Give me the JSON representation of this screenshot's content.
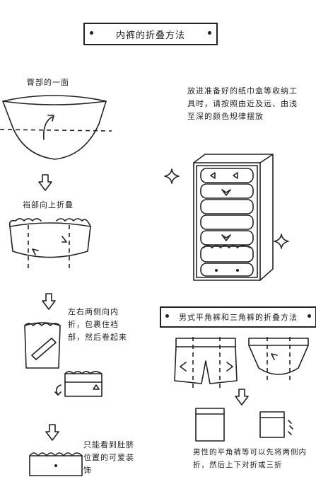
{
  "panty_section": {
    "title": "内裤的折叠方法",
    "step1_label": "臀部的一面",
    "step2_label": "裆部向上折叠",
    "step3_text": "左右两侧向内折，包裹住裆部，然后卷起来",
    "step4_text": "只能看到肚脐位置的可爱装饰"
  },
  "storage": {
    "text": "放进准备好的纸巾盒等收纳工具时，请按照由近及远、由浅至深的颜色规律摆放"
  },
  "mens_section": {
    "title": "男式平角裤和三角裤的折叠方法",
    "text": "男性的平角裤等可以先将两侧内折，然后上下对折或三折"
  },
  "icons": [
    "arrow-down-icon",
    "sparkle-icon",
    "folded-underwear-icon"
  ]
}
